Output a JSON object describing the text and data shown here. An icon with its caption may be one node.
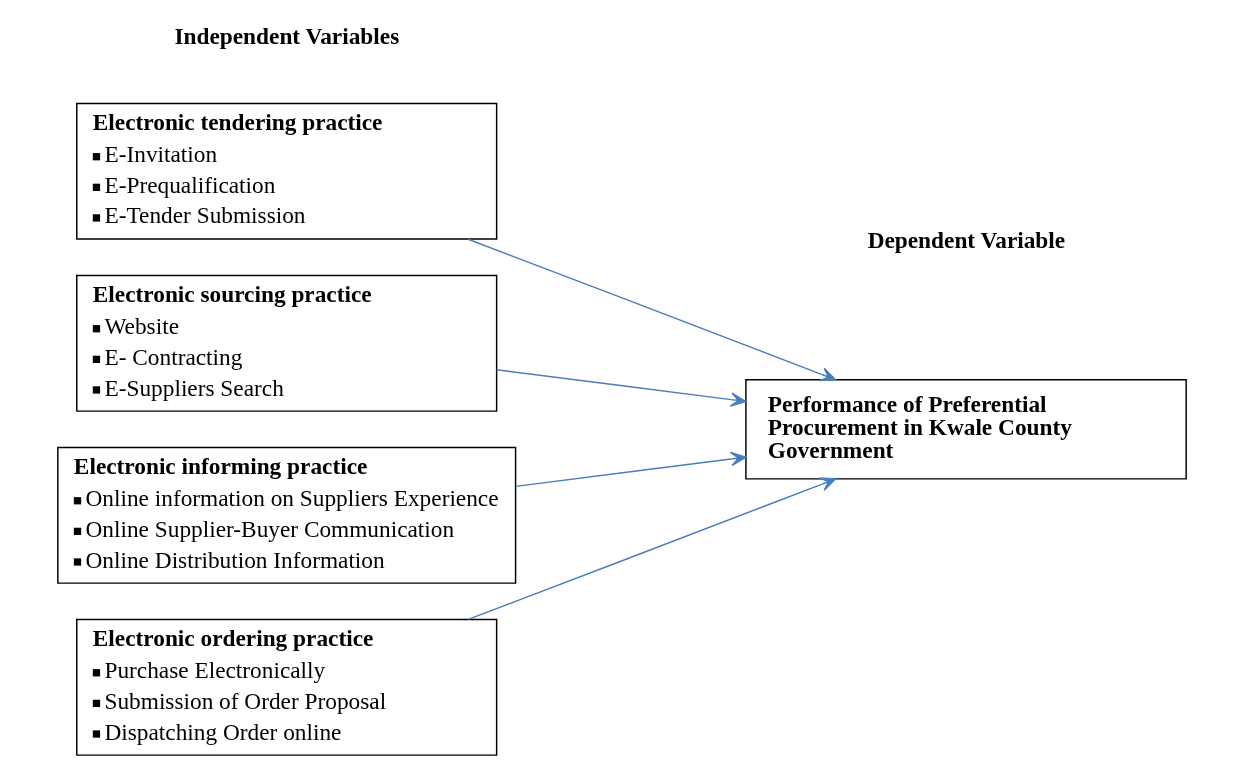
{
  "diagram": {
    "nodes": [
      {
        "text": [
          "Electronic tendering practice",
          "E-Invitation",
          "E-Prequalification",
          "E-Tender Submission"
        ]
      },
      {
        "text": [
          "Electronic sourcing practice",
          "Website",
          "E- Contracting",
          "E-Suppliers Search"
        ]
      },
      {
        "text": [
          "Electronic informing practice",
          "Online information on Suppliers Experience",
          "Online Supplier-Buyer Communication",
          "Online Distribution Information"
        ]
      },
      {
        "text": [
          "Electronic ordering practice",
          "Purchase Electronically",
          "Submission of Order Proposal",
          "Dispatching Order online"
        ]
      },
      {
        "text": [
          "Performance of Preferential Procurement in Kwale County Government"
        ]
      }
    ],
    "edges": [
      {
        "from": 0,
        "to": 4,
        "arrow": "to"
      },
      {
        "from": 1,
        "to": 4,
        "arrow": "to"
      },
      {
        "from": 2,
        "to": 4,
        "arrow": "to"
      },
      {
        "from": 3,
        "to": 4,
        "arrow": "to"
      }
    ],
    "labels": [
      "Independent Variables",
      "Dependent Variable"
    ]
  }
}
